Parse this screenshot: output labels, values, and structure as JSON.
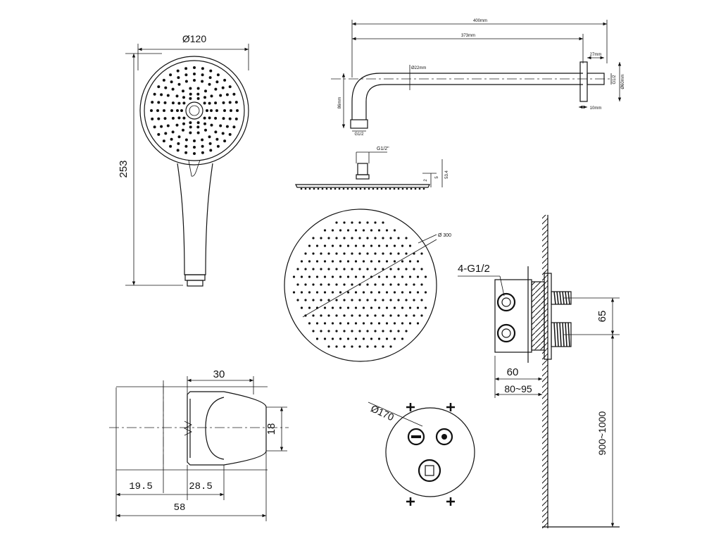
{
  "hand_shower": {
    "dia_label": "Ø120",
    "length_label": "253"
  },
  "shower_arm": {
    "len_total": "400mm",
    "len_inner": "373mm",
    "pipe_dia": "Ø22mm",
    "height": "86mm",
    "thread_bottom": "G1/2",
    "flange_depth": "27mm",
    "thread_wall": "G1/2",
    "flange_dia": "Ø60mm",
    "flange_thick": "10mm"
  },
  "rain_head_side": {
    "connector": "G1/2\"",
    "dim_a": "2",
    "dim_b": "5",
    "dim_c": "53.4"
  },
  "rain_head_top": {
    "dia_label": "Ø 300"
  },
  "valve_side": {
    "ports": "4-G1/2",
    "spacing": "65",
    "depth_min": "60",
    "depth_range": "80~95",
    "height_range": "900~1000"
  },
  "holder": {
    "width_top": "30",
    "height": "18",
    "dim_a": "19.5",
    "dim_b": "28.5",
    "total": "58"
  },
  "valve_plate": {
    "dia_label": "Ø170"
  }
}
